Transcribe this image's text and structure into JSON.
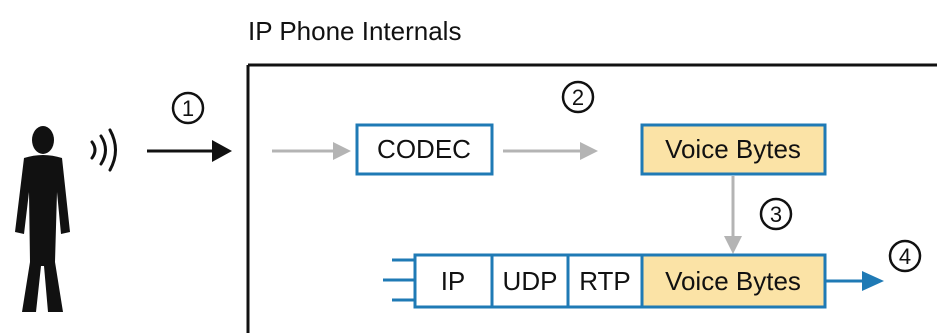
{
  "title": "IP Phone Internals",
  "codec_label": "CODEC",
  "voice_bytes_label": "Voice Bytes",
  "packet": {
    "ip": "IP",
    "udp": "UDP",
    "rtp": "RTP",
    "payload": "Voice Bytes"
  },
  "steps": [
    "1",
    "2",
    "3",
    "4"
  ],
  "colors": {
    "box_stroke": "#1f7ab5",
    "voice_fill": "#fbe3a6",
    "gray_arrow": "#b4b4b4",
    "blue_arrow": "#1f7ab5",
    "black": "#111111"
  },
  "icons": {
    "person": "person-silhouette-icon",
    "sound": "sound-waves-icon"
  }
}
